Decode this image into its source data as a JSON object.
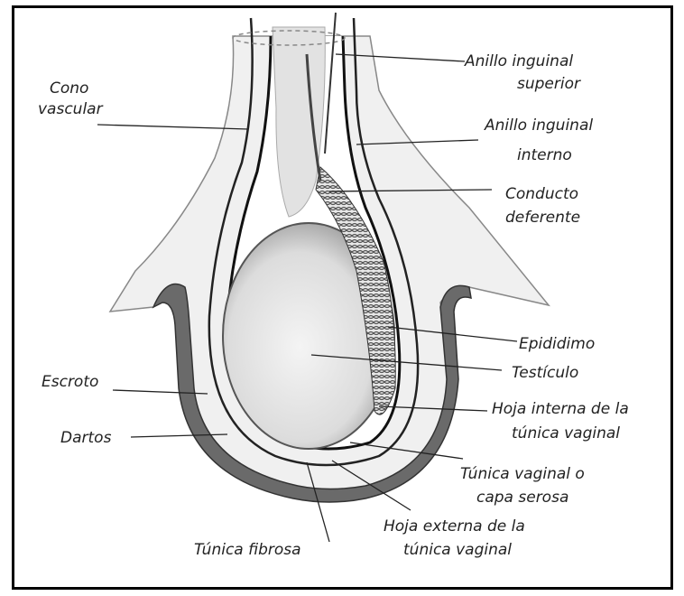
{
  "diagram": {
    "labels": {
      "cono_vascular": [
        "Cono",
        "vascular"
      ],
      "anillo_superior": [
        "Anillo inguinal",
        "superior"
      ],
      "anillo_interno": [
        "Anillo inguinal",
        "interno"
      ],
      "conducto_deferente": [
        "Conducto",
        "deferente"
      ],
      "epididimo": "Epididimo",
      "testiculo": "Testículo",
      "hoja_interna": [
        "Hoja interna de la",
        "túnica vaginal"
      ],
      "escroto": "Escroto",
      "dartos": "Dartos",
      "tunica_vaginal": [
        "Túnica vaginal o",
        "capa serosa"
      ],
      "hoja_externa": [
        "Hoja externa de la",
        "túnica vaginal"
      ],
      "tunica_fibrosa": "Túnica fibrosa"
    }
  }
}
